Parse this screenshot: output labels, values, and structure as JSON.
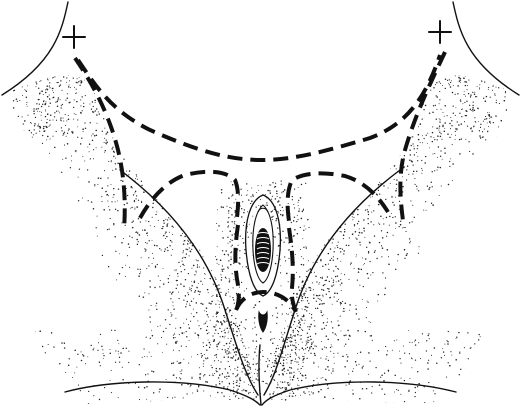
{
  "figure": {
    "type": "medical line illustration",
    "style": "black stipple shading with dashed incision outlines",
    "landmarks": [
      {
        "name": "left-marker",
        "glyph": "+"
      },
      {
        "name": "right-marker",
        "glyph": "+"
      }
    ],
    "colors": {
      "ink": "#111111",
      "background": "#ffffff",
      "stipple": "#222222"
    }
  }
}
